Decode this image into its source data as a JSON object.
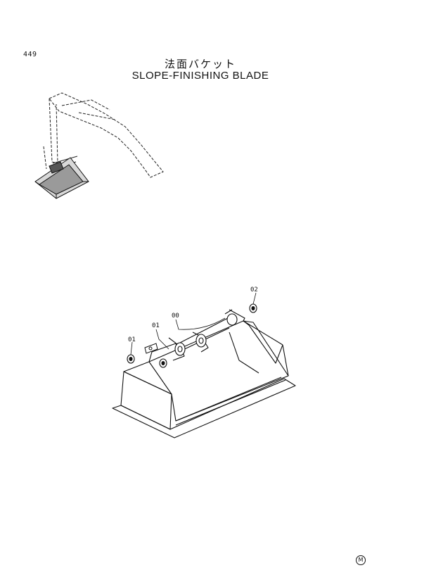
{
  "page": {
    "number": "449",
    "title_jp": "法面バケット",
    "title_en": "SLOPE-FINISHING BLADE",
    "corner_mark": "M"
  },
  "callouts": {
    "c00": "00",
    "c01a": "01",
    "c01b": "01",
    "c02": "02"
  }
}
